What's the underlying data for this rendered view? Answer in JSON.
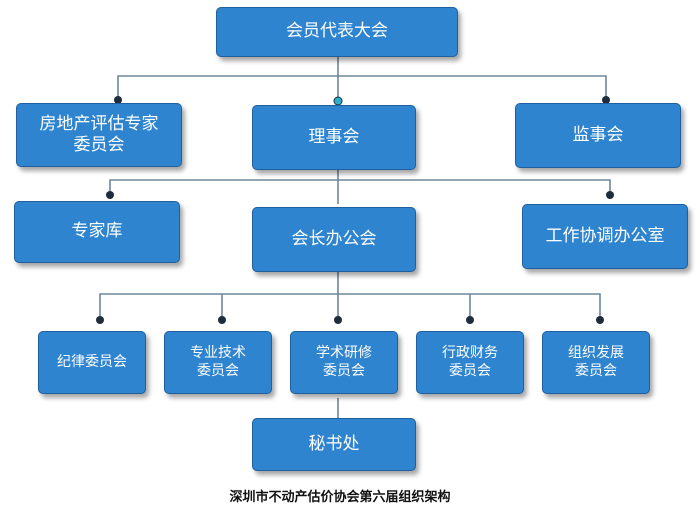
{
  "diagram": {
    "line_color": "#6f8799",
    "node_color": "#2f84d0",
    "nodes": {
      "assembly": "会员代表大会",
      "expert_committee": "房地产评估专家\n委员会",
      "council": "理事会",
      "supervisory_board": "监事会",
      "expert_pool": "专家库",
      "president_office": "会长办公会",
      "coordination_office": "工作协调办公室",
      "discipline_committee": "纪律委员会",
      "professional_tech_committee": "专业技术\n委员会",
      "academic_research_committee": "学术研修\n委员会",
      "admin_finance_committee": "行政财务\n委员会",
      "org_development_committee": "组织发展\n委员会",
      "secretariat": "秘书处"
    },
    "caption": "深圳市不动产估价协会第六届组织架构"
  }
}
